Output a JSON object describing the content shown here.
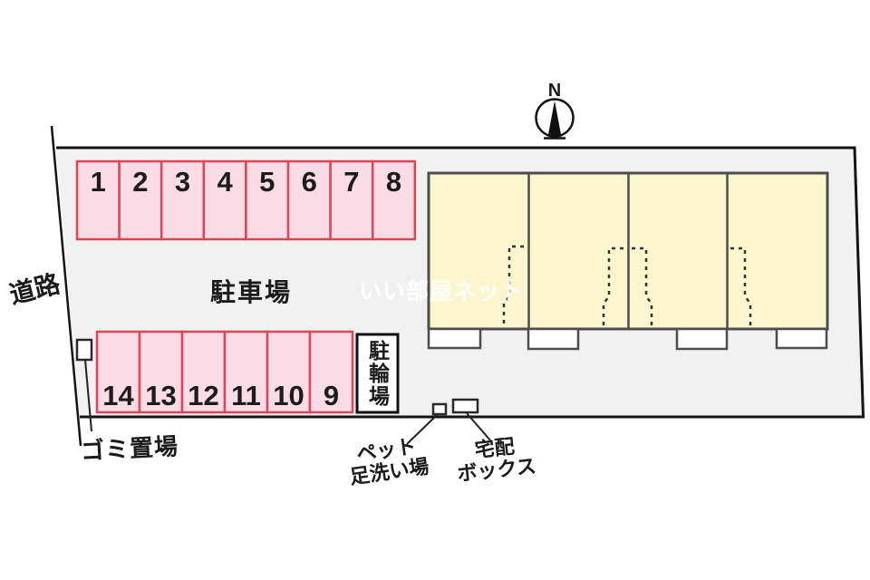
{
  "plan": {
    "compass_label": "N",
    "road_label": "道路",
    "parking_lot_label": "駐車場",
    "bicycle_parking_label": "駐輪場",
    "garbage_label": "ゴミ置場",
    "pet_wash_line1": "ペット",
    "pet_wash_line2": "足洗い場",
    "delivery_line1": "宅配",
    "delivery_line2": "ボックス",
    "watermark": "いい部屋ネット",
    "parking_row_top": [
      "1",
      "2",
      "3",
      "4",
      "5",
      "6",
      "7",
      "8"
    ],
    "parking_row_bottom": [
      "14",
      "13",
      "12",
      "11",
      "10",
      "9"
    ],
    "building_units": 4,
    "colors": {
      "lot_fill": "#f1f1f2",
      "stall_fill": "#fbdce6",
      "stall_border": "#dc4656",
      "building_fill": "#fbf6cd",
      "building_border": "#4d4d4d",
      "boundary": "#141414"
    }
  }
}
